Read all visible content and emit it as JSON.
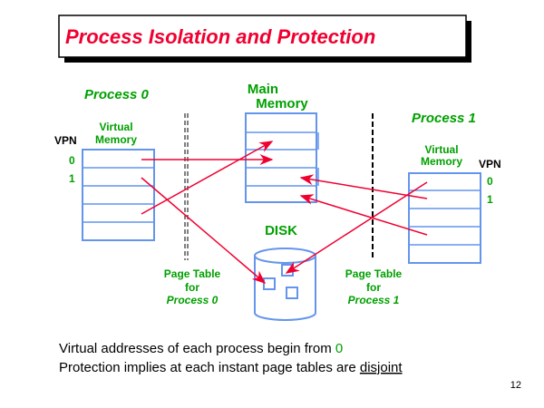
{
  "title": "Process Isolation and Protection",
  "process0": {
    "label": "Process 0",
    "vm_line1": "Virtual",
    "vm_line2": "Memory",
    "vpn": "VPN",
    "vpn0": "0",
    "vpn1": "1",
    "pt_line1": "Page Table",
    "pt_line2": "for",
    "pt_line3": "Process 0"
  },
  "process1": {
    "label": "Process 1",
    "vm_line1": "Virtual",
    "vm_line2": "Memory",
    "vpn": "VPN",
    "vpn0": "0",
    "vpn1": "1",
    "pt_line1": "Page Table",
    "pt_line2": "for",
    "pt_line3": "Process 1"
  },
  "main_memory": {
    "line1": "Main",
    "line2": "Memory"
  },
  "disk": "DISK",
  "bottom": {
    "line1_text": "Virtual addresses of each process begin from ",
    "line1_highlight": "0",
    "line2_text": "Protection implies at each instant page tables are ",
    "line2_underlined": "disjoint"
  },
  "page_number": "12",
  "colors": {
    "title": "#f00030",
    "green": "#00a000",
    "blue": "#6495ed",
    "arrow": "#f00030"
  }
}
